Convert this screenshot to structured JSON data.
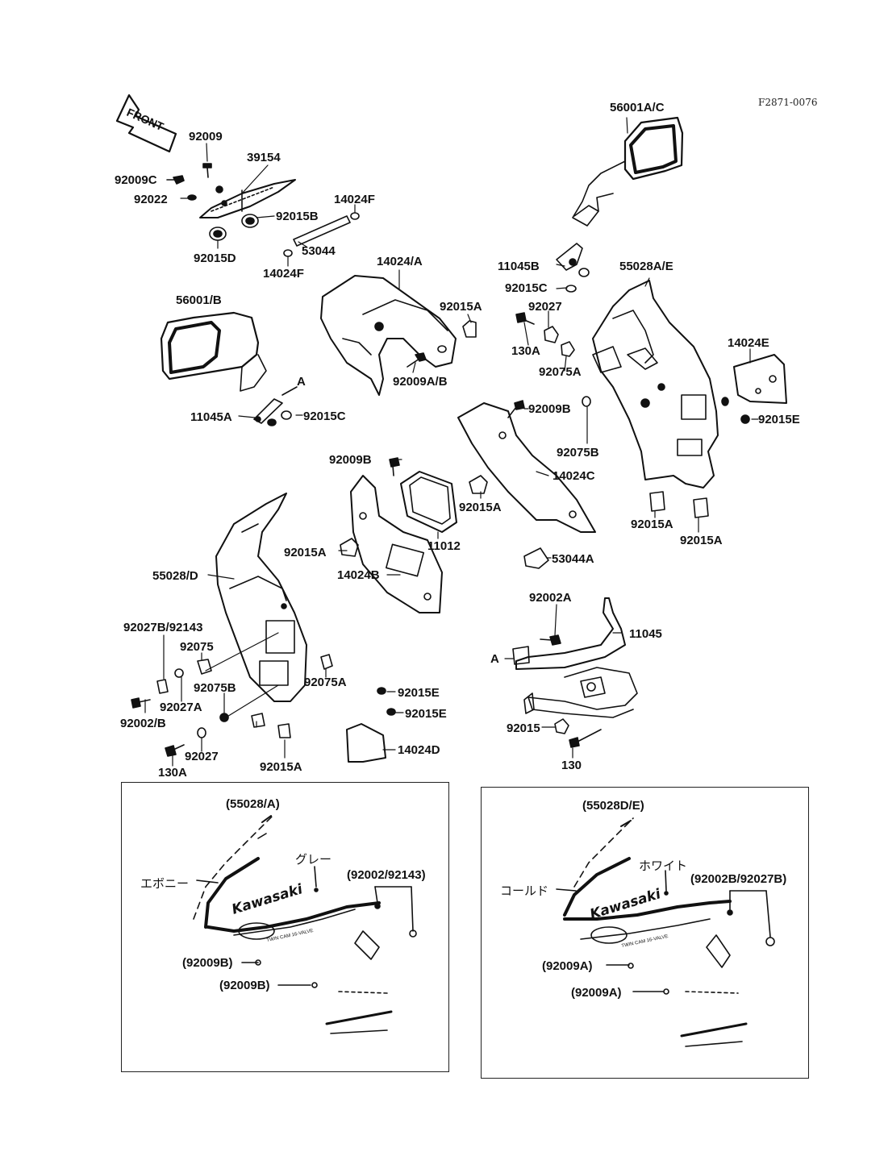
{
  "figure_code": "F2871-0076",
  "front_label": "FRONT",
  "parts": {
    "p56001ac": "56001A/C",
    "p92009": "92009",
    "p39154": "39154",
    "p92009c": "92009C",
    "p92022": "92022",
    "p92015b": "92015B",
    "p14024f_top": "14024F",
    "p53044": "53044",
    "p92015d": "92015D",
    "p14024f_bottom": "14024F",
    "p14024a": "14024/A",
    "p11045b": "11045B",
    "p55028ae": "55028A/E",
    "p92015c_top": "92015C",
    "p56001b": "56001/B",
    "p92015a_1": "92015A",
    "p92027_top": "92027",
    "p130a_top": "130A",
    "p14024e": "14024E",
    "p92075a_top": "92075A",
    "p92009ab": "92009A/B",
    "p11045a": "11045A",
    "p92015c_left": "92015C",
    "p92009b_1": "92009B",
    "p92015e_right": "92015E",
    "p92075b_top": "92075B",
    "p92009b_2": "92009B",
    "p14024c": "14024C",
    "p92015a_2": "92015A",
    "p92015a_3": "92015A",
    "p92015a_4": "92015A",
    "p11012": "11012",
    "p92015a_5": "92015A",
    "p53044a": "53044A",
    "p14024b": "14024B",
    "p55028d": "55028/D",
    "p92002a": "92002A",
    "p11045": "11045",
    "p92027b92143": "92027B/92143",
    "p92075": "92075",
    "a_marker_1": "A",
    "a_marker_2": "A",
    "p92075a_mid": "92075A",
    "p92075b_mid": "92075B",
    "p92015e_1": "92015E",
    "p92027a": "92027A",
    "p92015e_2": "92015E",
    "p92002b": "92002/B",
    "p92015": "92015",
    "p14024d": "14024D",
    "p92027_bottom": "92027",
    "p130a_bottom": "130A",
    "p92015a_6": "92015A",
    "p130": "130"
  },
  "panel_left": {
    "ref": "(55028/A)",
    "color_gray": "グレー",
    "color_ebony": "エボニー",
    "ref_screws": "(92002/92143)",
    "logo": "Kawasaki",
    "sub_logo": "TWIN CAM 16-VALVE",
    "ref_b1": "(92009B)",
    "ref_b2": "(92009B)"
  },
  "panel_right": {
    "ref": "(55028D/E)",
    "color_white": "ホワイト",
    "color_gold": "コールド",
    "ref_screws": "(92002B/92027B)",
    "logo": "Kawasaki",
    "sub_logo": "TWIN CAM 16-VALVE",
    "ref_a1": "(92009A)",
    "ref_a2": "(92009A)"
  },
  "colors": {
    "line": "#111111",
    "background": "#ffffff"
  }
}
